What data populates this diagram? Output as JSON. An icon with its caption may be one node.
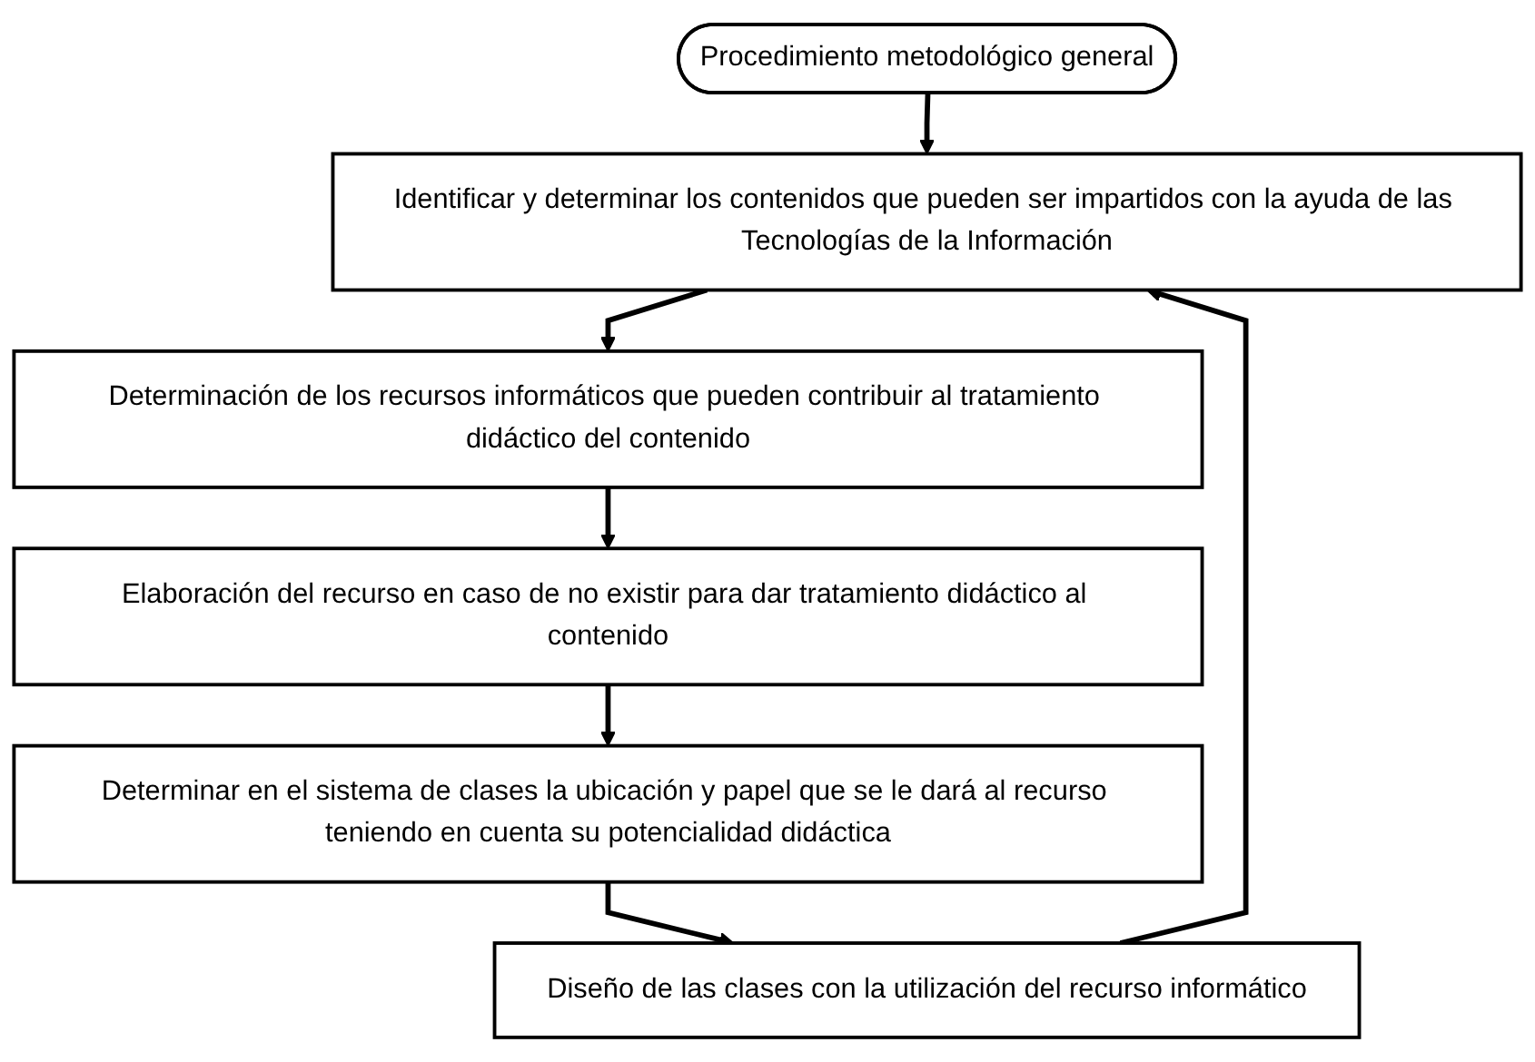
{
  "diagram": {
    "nodes": [
      {
        "text": [
          "Procedimiento metodológico general"
        ]
      },
      {
        "text": [
          "Identificar y determinar los contenidos que pueden ser impartidos con la ayuda de las Tecnologías de la Información"
        ]
      },
      {
        "text": [
          "Determinación de los recursos informáticos que pueden contribuir al tratamiento didáctico del contenido"
        ]
      },
      {
        "text": [
          "Elaboración del recurso en caso de no existir para dar tratamiento didáctico al contenido"
        ]
      },
      {
        "text": [
          "Determinar en el sistema de clases la ubicación y papel que se le dará al recurso teniendo en cuenta su potencialidad didáctica"
        ]
      },
      {
        "text": [
          "Diseño de las clases con la utilización del recurso informático"
        ]
      }
    ],
    "edges": [
      {
        "from": 0,
        "to": 1,
        "arrow": "to"
      },
      {
        "from": 1,
        "to": 2,
        "arrow": "to"
      },
      {
        "from": 2,
        "to": 3,
        "arrow": "to"
      },
      {
        "from": 3,
        "to": 4,
        "arrow": "to"
      },
      {
        "from": 4,
        "to": 5,
        "arrow": "to"
      },
      {
        "from": 5,
        "to": 1,
        "arrow": "to"
      }
    ]
  }
}
